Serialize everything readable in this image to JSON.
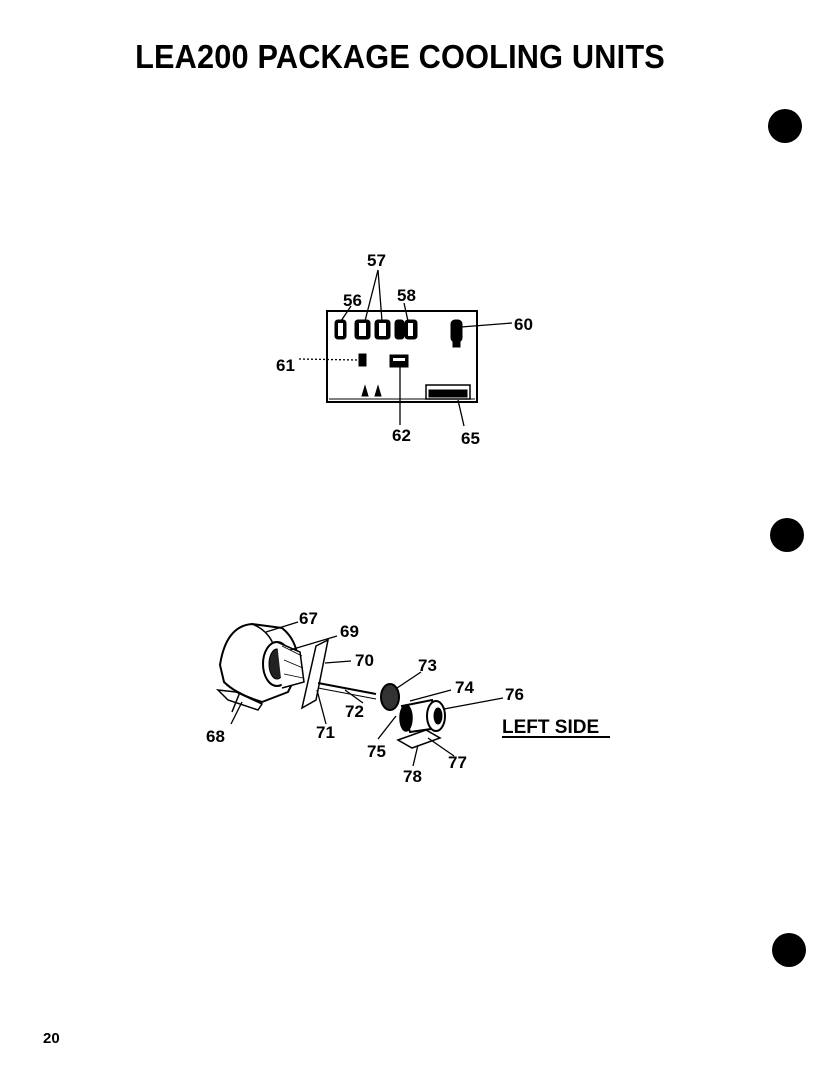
{
  "title": "LEA200 PACKAGE COOLING UNITS",
  "page_number": "20",
  "side_label": "LEFT SIDE",
  "control_box_callouts": [
    "56",
    "57",
    "58",
    "60",
    "61",
    "62",
    "65"
  ],
  "blower_callouts": [
    "67",
    "68",
    "69",
    "70",
    "71",
    "72",
    "73",
    "74",
    "75",
    "76",
    "77",
    "78"
  ]
}
